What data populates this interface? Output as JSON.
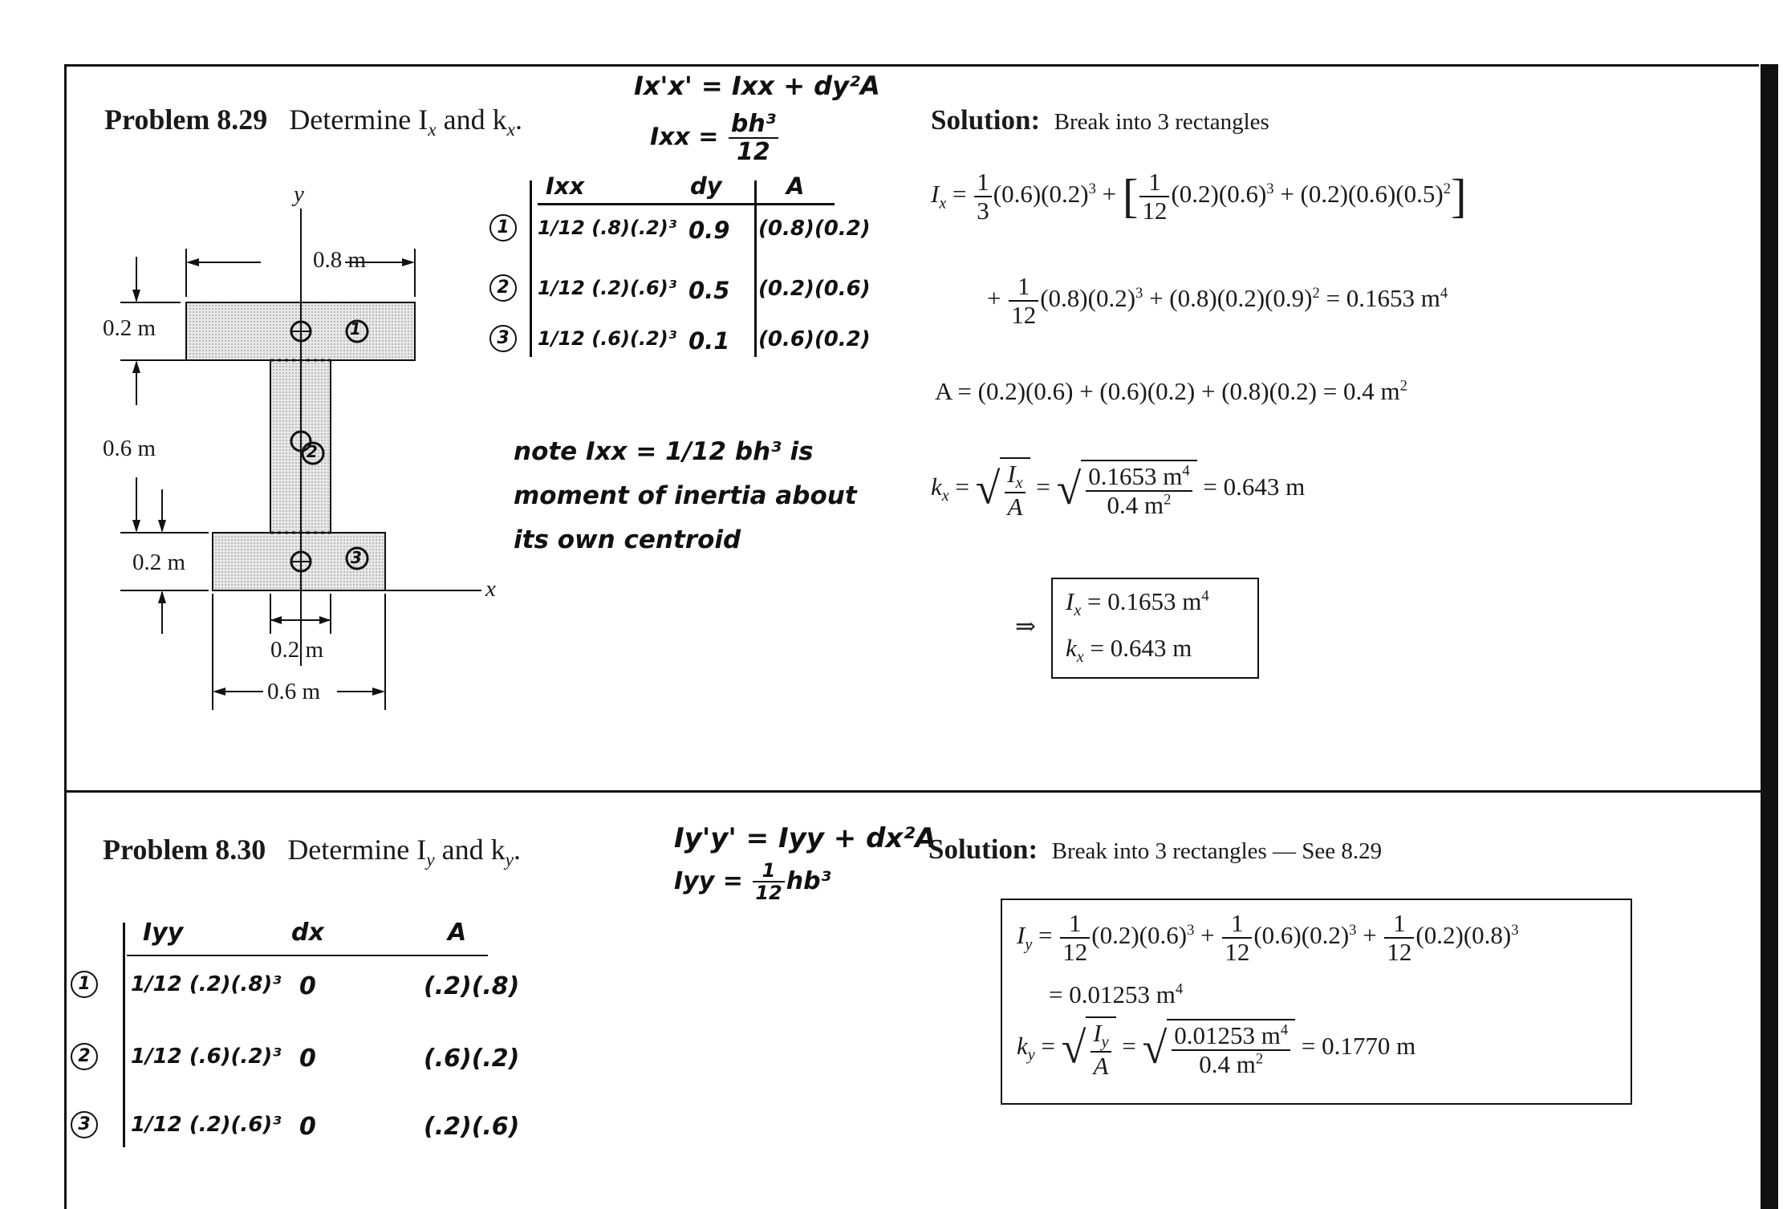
{
  "p829": {
    "label": "Problem 8.29",
    "statement": "Determine I",
    "sub_x": "x",
    "and": " and k",
    "tail": ".",
    "hand_eq1": "Ix'x' = Ixx + dy²A",
    "hand_eq2a": "Ixx =",
    "hand_eq2b": "bh³",
    "hand_eq2c": "12",
    "table": {
      "headers": [
        "Ixx",
        "dy",
        "A"
      ],
      "rows": [
        {
          "n": "1",
          "i": "1/12 (.8)(.2)³",
          "d": "0.9",
          "a": "(0.8)(0.2)"
        },
        {
          "n": "2",
          "i": "1/12 (.2)(.6)³",
          "d": "0.5",
          "a": "(0.2)(0.6)"
        },
        {
          "n": "3",
          "i": "1/12 (.6)(.2)³",
          "d": "0.1",
          "a": "(0.6)(0.2)"
        }
      ]
    },
    "note1": "note Ixx = 1/12 bh³ is",
    "note2": "moment of inertia about",
    "note3": "its own centroid",
    "figure": {
      "axis_y": "y",
      "axis_x": "x",
      "d08": "0.8 m",
      "d02a": "0.2 m",
      "d06v": "0.6 m",
      "d02b": "0.2 m",
      "d02c": "0.2 m",
      "d06h": "0.6 m",
      "c1": "1",
      "c2": "2",
      "c3": "3"
    },
    "solution_label": "Solution:",
    "solution_text": "Break into 3 rectangles",
    "line1a": "I",
    "line1b": "(0.6)(0.2)",
    "line1c": "(0.2)(0.6)",
    "line1d": "+ (0.2)(0.6)(0.5)",
    "line2a": "(0.8)(0.2)",
    "line2b": "+ (0.8)(0.2)(0.9)",
    "line2c": "= 0.1653 m",
    "line3": "A = (0.2)(0.6) + (0.6)(0.2) + (0.8)(0.2) = 0.4 m",
    "kx_num": "0.1653 m",
    "kx_den": "0.4 m",
    "kx_res": "= 0.643 m",
    "box1": "= 0.1653 m",
    "box2": "= 0.643 m",
    "arrow": "⇒"
  },
  "p830": {
    "label": "Problem 8.30",
    "statement": "Determine I",
    "and": " and k",
    "tail": ".",
    "hand_eq1": "Iy'y' = Iyy + dx²A",
    "hand_eq2a": "Iyy =",
    "hand_eq2b": "hb³",
    "table": {
      "headers": [
        "Iyy",
        "dx",
        "A"
      ],
      "rows": [
        {
          "n": "1",
          "i": "1/12 (.2)(.8)³",
          "d": "0",
          "a": "(.2)(.8)"
        },
        {
          "n": "2",
          "i": "1/12 (.6)(.2)³",
          "d": "0",
          "a": "(.6)(.2)"
        },
        {
          "n": "3",
          "i": "1/12 (.2)(.6)³",
          "d": "0",
          "a": "(.2)(.6)"
        }
      ]
    },
    "solution_label": "Solution:",
    "solution_text": "Break into 3 rectangles — See 8.29",
    "t1": "(0.2)(0.6)",
    "t2": "(0.6)(0.2)",
    "t3": "(0.2)(0.8)",
    "res1": "= 0.01253 m",
    "ky_num": "0.01253 m",
    "ky_den": "0.4 m",
    "ky_res": "= 0.1770 m"
  },
  "common": {
    "one": "1",
    "twelve": "12",
    "three": "3",
    "two": "2",
    "four": "4",
    "plus": "+",
    "eq": "=",
    "A": "A",
    "k": "k",
    "I": "I",
    "x": "x",
    "y": "y"
  }
}
